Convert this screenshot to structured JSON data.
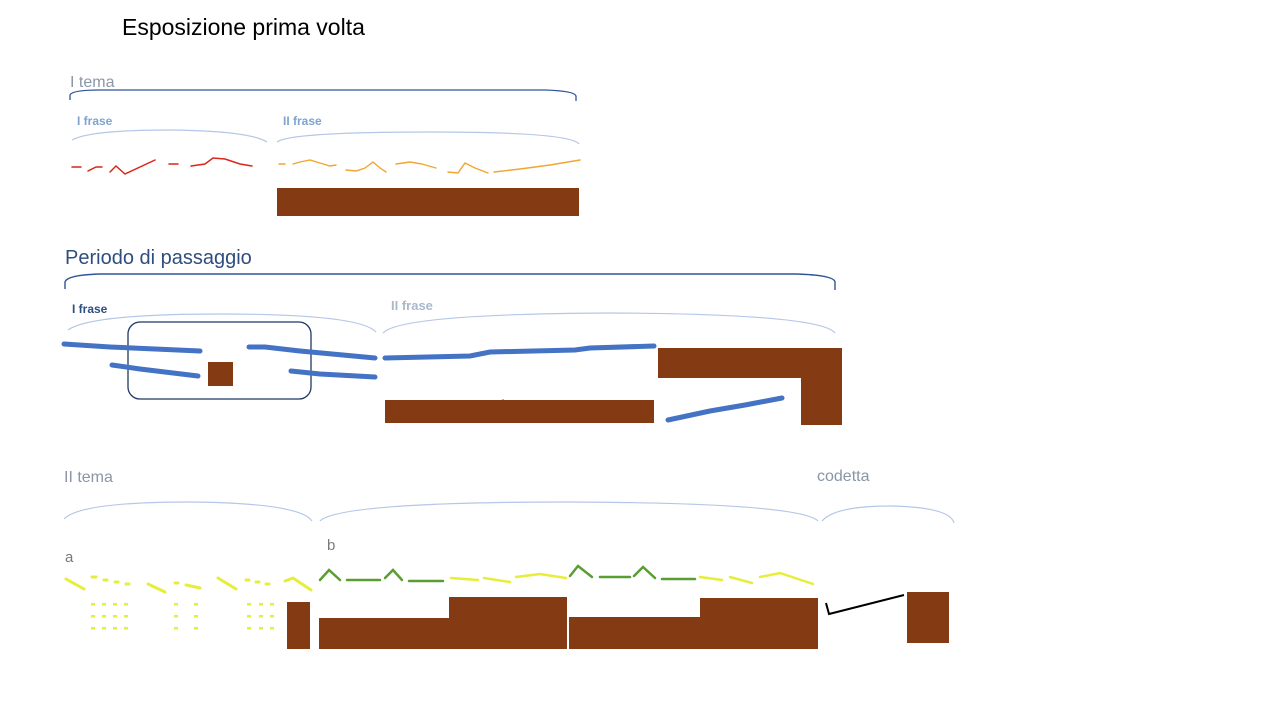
{
  "title": "Esposizione prima volta",
  "sections": {
    "tema1": {
      "label": "I tema",
      "frase1": "I frase",
      "frase2": "II frase"
    },
    "passaggio": {
      "label": "Periodo di passaggio",
      "frase1": "I frase",
      "frase2": "II frase"
    },
    "tema2": {
      "label": "II tema",
      "sub_a": "a",
      "sub_b": "b"
    },
    "codetta": {
      "label": "codetta"
    }
  },
  "colors": {
    "block": "#843a13",
    "bracket_dark": "#2f5597",
    "bracket_light": "#b4c7e7",
    "line_red": "#d9261c",
    "line_orange": "#f0a630",
    "line_blue": "#4472c4",
    "line_green": "#5a9e32",
    "line_yellow": "#e6ee3a",
    "line_black": "#000000"
  }
}
